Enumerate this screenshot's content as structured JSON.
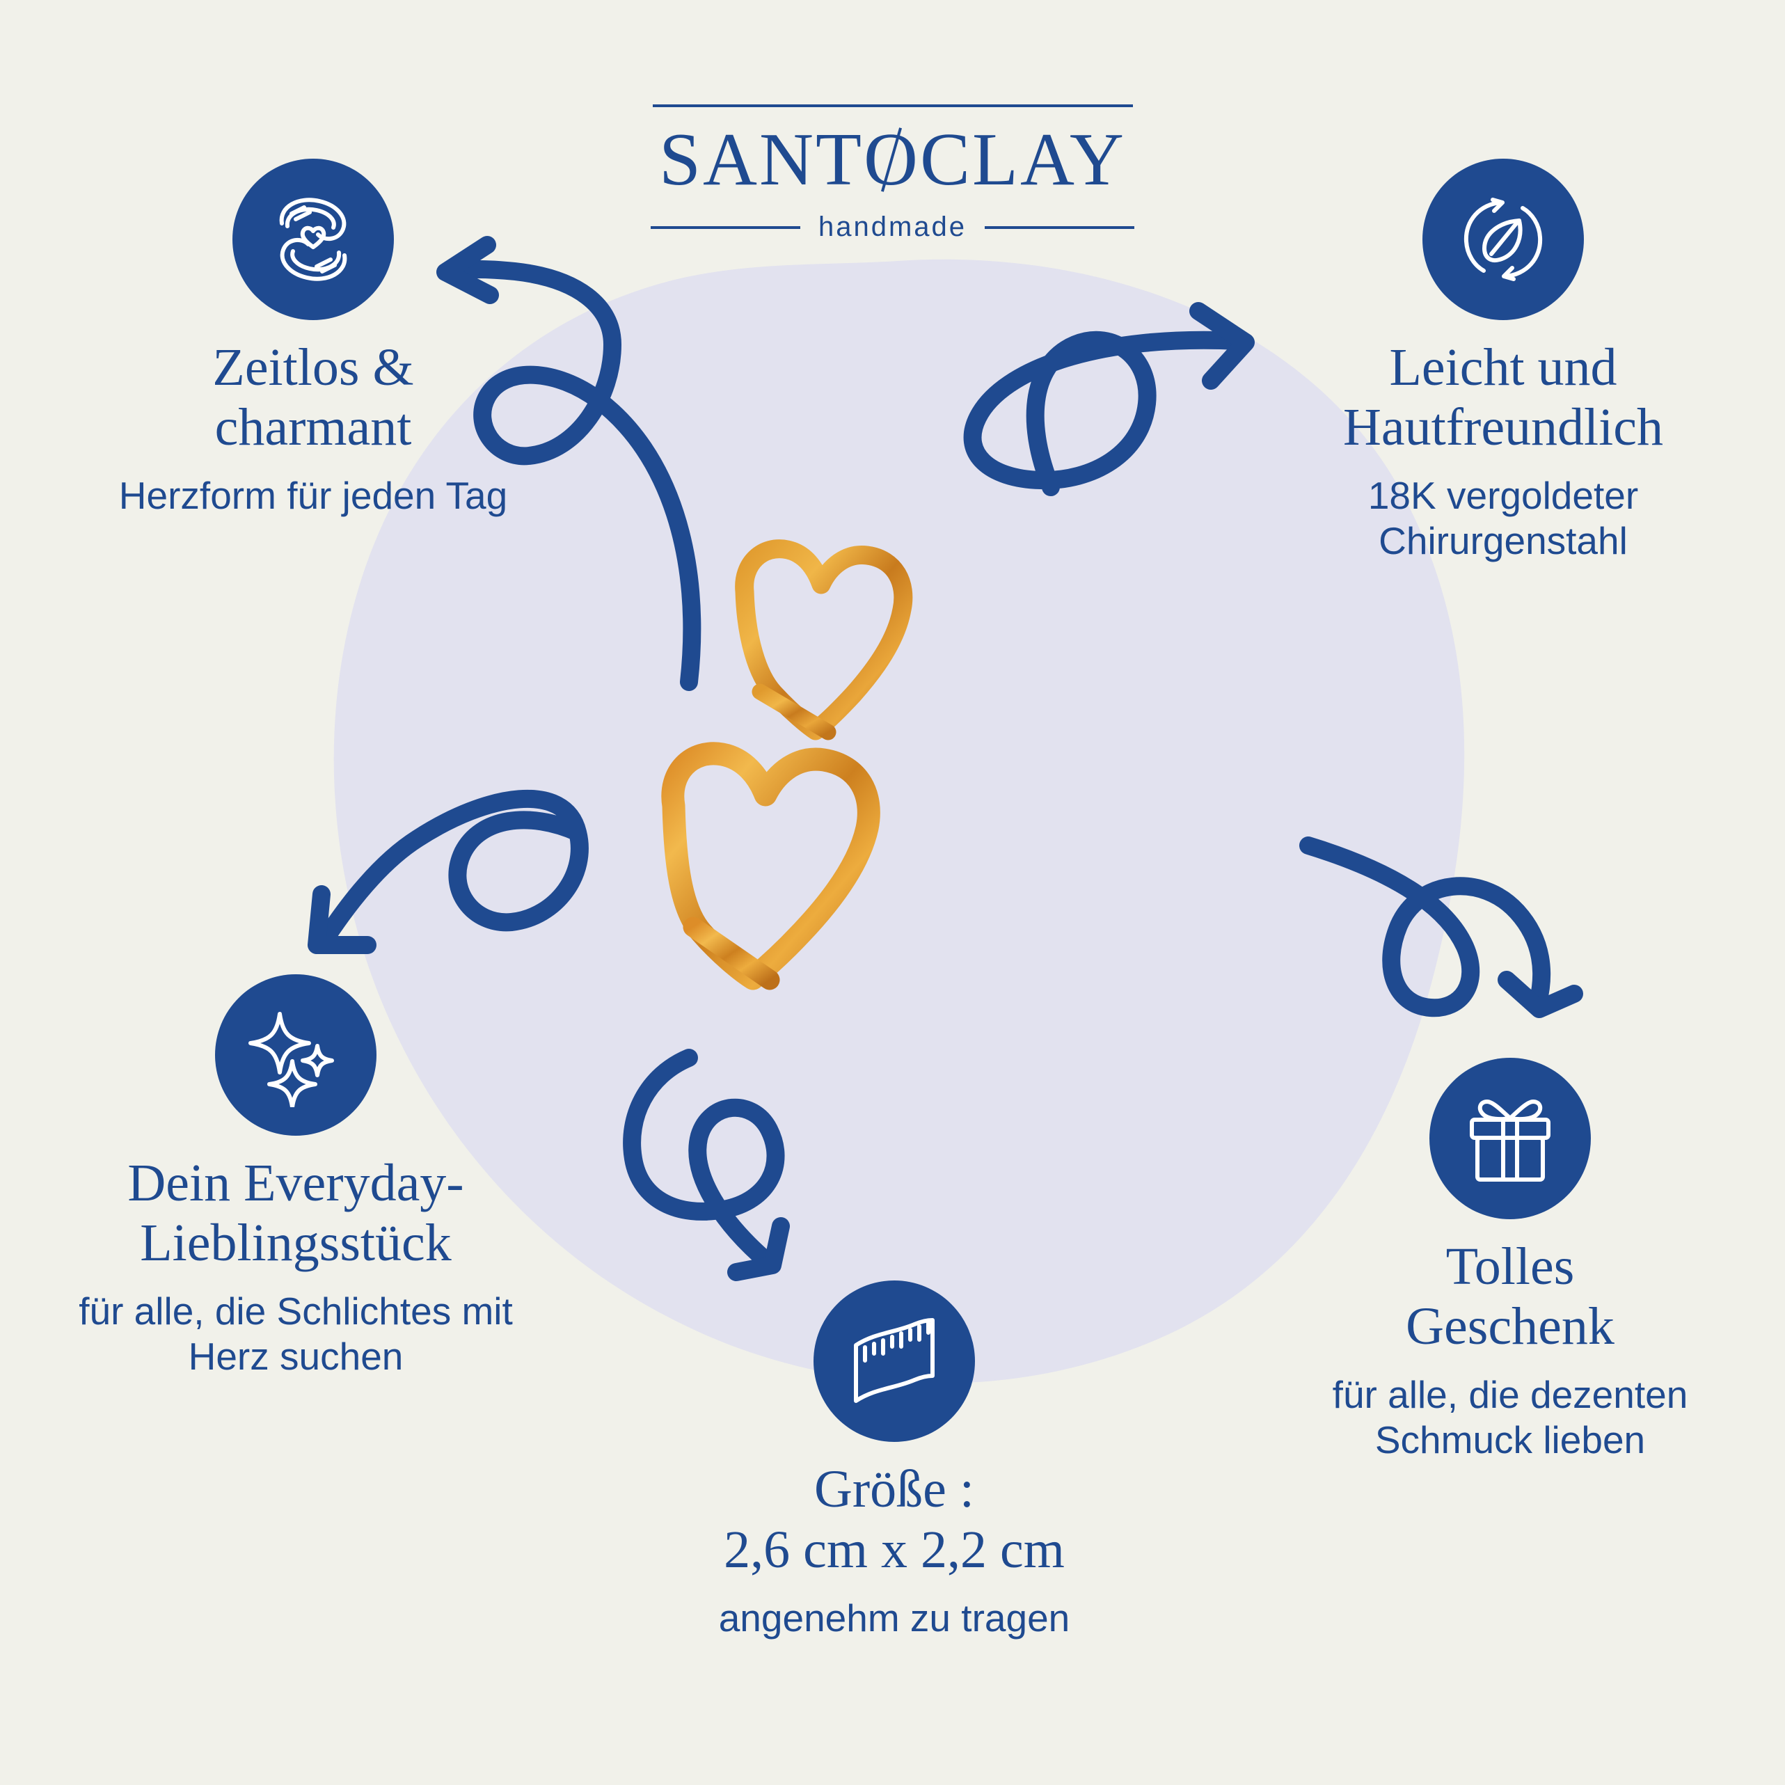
{
  "brand": {
    "name_part1": "SANT",
    "name_o": "O",
    "name_part2": "CLAY",
    "tagline": "handmade"
  },
  "colors": {
    "background": "#f1f1ea",
    "blob": "#e2e2ef",
    "brand_blue": "#1f4a90",
    "gold": "#d98a2b"
  },
  "features": [
    {
      "id": "timeless",
      "icon": "hands-holding-heart-icon",
      "title": "Zeitlos &\ncharmant",
      "subtitle": "Herzform für jeden Tag"
    },
    {
      "id": "skin",
      "icon": "eco-recycle-leaf-icon",
      "title": "Leicht und\nHautfreundlich",
      "subtitle": "18K vergoldeter\nChirurgenstahl"
    },
    {
      "id": "everyday",
      "icon": "sparkles-icon",
      "title": "Dein Everyday-\nLieblingsstück",
      "subtitle": "für alle, die Schlichtes mit\nHerz suchen"
    },
    {
      "id": "gift",
      "icon": "gift-box-icon",
      "title": "Tolles\nGeschenk",
      "subtitle": "für alle, die dezenten\nSchmuck lieben"
    }
  ],
  "size_feature": {
    "id": "size",
    "icon": "measuring-tape-icon",
    "title": "Größe :",
    "value": "2,6 cm x 2,2 cm",
    "subtitle": "angenehm zu tragen"
  },
  "product": {
    "name": "gold-heart-hoop-earrings"
  }
}
